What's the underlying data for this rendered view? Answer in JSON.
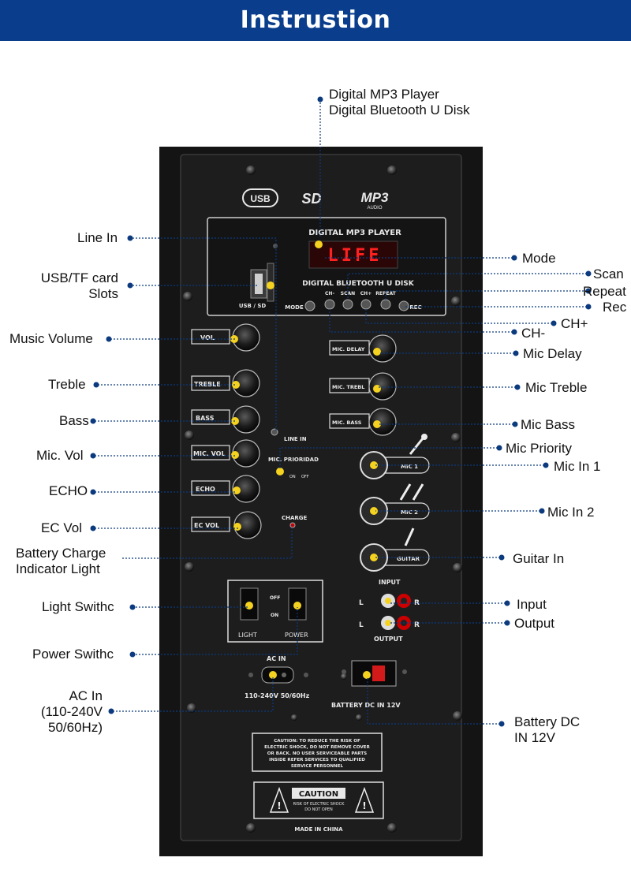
{
  "header": {
    "title": "Instrustion"
  },
  "callouts": {
    "top": [
      "Digital MP3 Player",
      "Digital Bluetooth U Disk"
    ],
    "left": {
      "line_in": "Line In",
      "usb_tf": [
        "USB/TF card",
        "Slots"
      ],
      "music_volume": "Music Volume",
      "treble": "Treble",
      "bass": "Bass",
      "mic_vol": "Mic. Vol",
      "echo": "ECHO",
      "ec_vol": "EC Vol",
      "battery_charge": [
        "Battery Charge",
        "Indicator Light"
      ],
      "light_switch": "Light Swithc",
      "power_switch": "Power Swithc",
      "ac_in": [
        "AC In",
        "(110-240V",
        "50/60Hz)"
      ]
    },
    "right": {
      "mode": "Mode",
      "scan": "Scan",
      "repeat": "Repeat",
      "rec": "Rec",
      "ch_plus": "CH+",
      "ch_minus": "CH-",
      "mic_delay": "Mic Delay",
      "mic_treble": "Mic Treble",
      "mic_bass": "Mic Bass",
      "mic_priority": "Mic Priority",
      "mic_in_1": "Mic In 1",
      "mic_in_2": "Mic In 2",
      "guitar_in": "Guitar In",
      "input": "Input",
      "output": "Output",
      "battery_dc": [
        "Battery DC",
        "IN 12V"
      ]
    }
  },
  "panel": {
    "logos": [
      "USB",
      "SD",
      "MP3",
      "AUDIO"
    ],
    "player_title": "DIGITAL MP3 PLAYER",
    "player_subtitle": "DIGITAL BLUETOOTH U DISK",
    "display_text": "LIFE",
    "usb_slot_label": "USB / SD",
    "buttons": [
      "MODE",
      "CH-",
      "SCAN",
      "CH+",
      "REPEAT",
      "REC"
    ],
    "left_knobs": [
      "VOL",
      "TREBLE",
      "BASS",
      "MIC. VOL",
      "ECHO",
      "EC VOL"
    ],
    "right_knobs": [
      "MIC. DELAY",
      "MIC. TREBL",
      "MIC. BASS"
    ],
    "line_in_label": "LINE IN",
    "mic_priority_label": "MIC. PRIORIDAD",
    "on_label": "ON",
    "off_label": "OFF",
    "charge_label": "CHARGE",
    "jacks": [
      "MIC 1",
      "MIC 2",
      "GUITAR"
    ],
    "input_label": "INPUT",
    "output_label": "OUTPUT",
    "l_label": "L",
    "r_label": "R",
    "switch_off": "OFF",
    "switch_on": "ON",
    "light_label": "LIGHT",
    "power_label": "POWER",
    "ac_in_label": "AC IN",
    "ac_spec": "110-240V 50/60Hz",
    "battery_label": "BATTERY DC IN 12V",
    "caution_small": [
      "CAUTION: TO REDUCE THE RISK OF",
      "ELECTRIC SHOCK, DO NOT REMOVE COVER",
      "OR BACK. NO USER SERVICEABLE PARTS",
      "INSIDE REFER SERVICES TO QUALIFIED",
      "SERVICE PERSONNEL"
    ],
    "caution_title": "CAUTION",
    "caution_sub": [
      "RISK OF ELECTRIC SHOCK",
      "DO NOT OPEN"
    ],
    "made_in": "MADE IN CHINA"
  },
  "colors": {
    "header_bg": "#0a3e8c",
    "leader": "#0b3a7e",
    "marker": "#f4d21f",
    "led": "#e01010"
  }
}
